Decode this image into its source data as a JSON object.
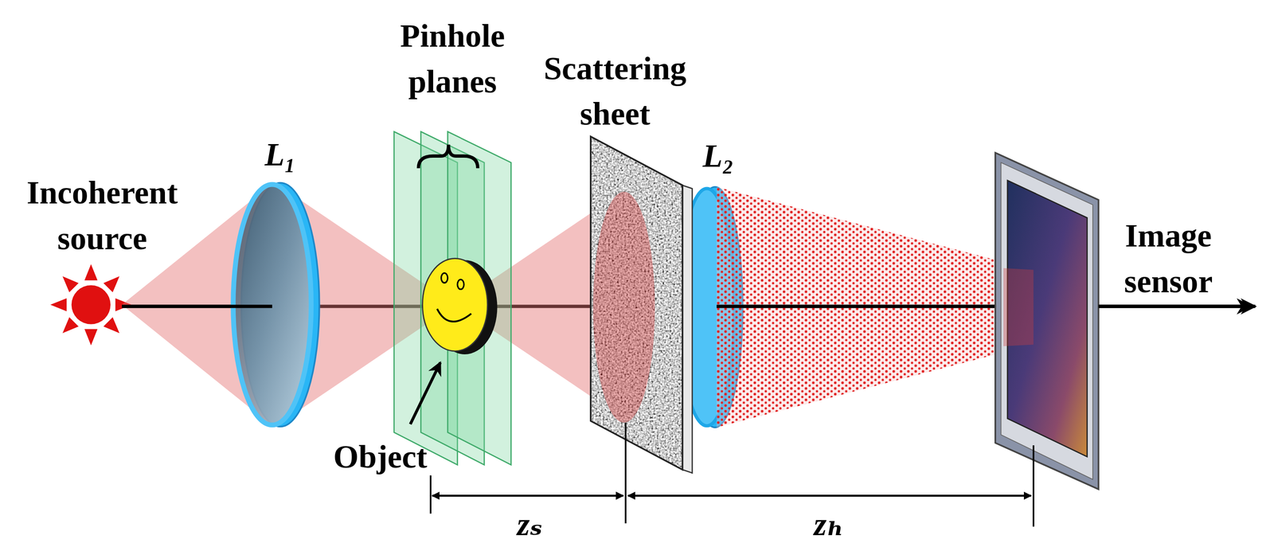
{
  "diagram": {
    "labels": [
      "Incoherent source",
      "L₁",
      "Pinhole planes",
      "Scattering sheet",
      "L₂",
      "Object",
      "Image sensor",
      "zₛ",
      "zₕ"
    ]
  }
}
